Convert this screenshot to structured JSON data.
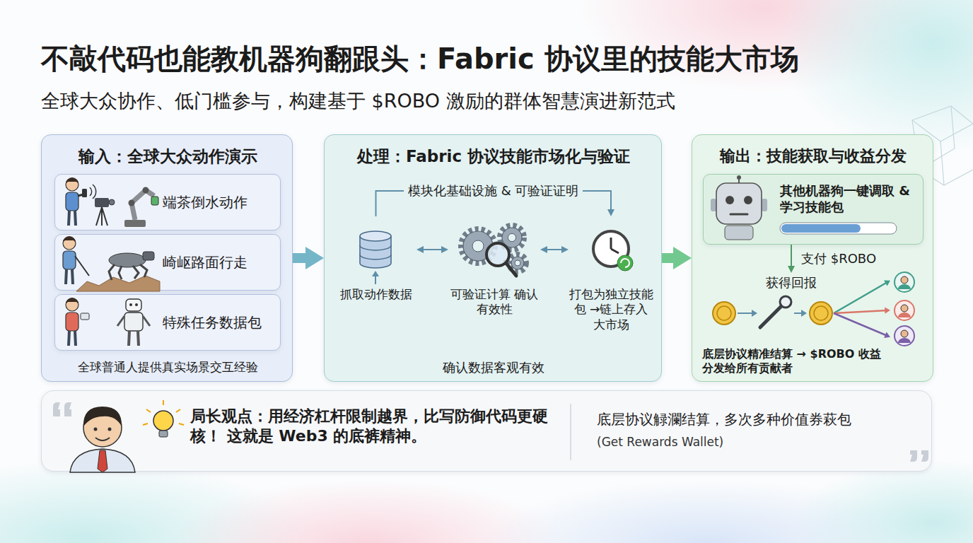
{
  "diagram": {
    "title": "不敲代码也能教机器狗翻跟头：Fabric 协议里的技能大市场",
    "caption": "全球大众协作、低门槛参与，构建基于 $ROBO 激励的群体智慧演进新范式",
    "nodes": [
      {
        "text": [
          "输入：全球大众动作演示",
          "全球普通人提供真实场景交互经验"
        ]
      },
      {
        "text": [
          "端茶倒水动作"
        ],
        "in": 0
      },
      {
        "text": [
          "崎岖路面行走"
        ],
        "in": 0
      },
      {
        "text": [
          "特殊任务数据包"
        ],
        "in": 0
      },
      {
        "text": [
          "处理：Fabric 协议技能市场化与验证",
          "确认数据客观有效"
        ]
      },
      {
        "text": [
          "抓取动作数据"
        ],
        "in": 4
      },
      {
        "text": [
          "可验证计算 确认有效性"
        ],
        "in": 4
      },
      {
        "text": [
          "打包为独立技能包 →链上存入大市场"
        ],
        "in": 4
      },
      {
        "text": [
          "输出：技能获取与收益分发",
          "底层协议精准结算 → $ROBO 收益分发给所有贡献者"
        ]
      },
      {
        "text": [
          "其他机器狗一键调取 & 学习技能包"
        ],
        "in": 8
      },
      {
        "text": [
          "获得回报"
        ],
        "in": 8
      },
      {
        "text": [
          "局长观点：用经济杠杆限制越界，比写防御代码更硬核！ 这就是 Web3 的底裤精神。",
          "底层协议觮瀾结算，多次多种价值券萩包",
          "(Get Rewards Wallet)"
        ]
      }
    ],
    "edges": [
      {
        "from": 0,
        "to": 4,
        "arrow": "to"
      },
      {
        "from": 4,
        "to": 8,
        "arrow": "to"
      },
      {
        "from": 5,
        "to": 6,
        "arrow": "both"
      },
      {
        "from": 6,
        "to": 7,
        "arrow": "both"
      },
      {
        "from": 5,
        "to": 7,
        "label": "模块化基础设施 & 可验证证明",
        "arrow": "to"
      },
      {
        "from": 9,
        "to": 10,
        "label": "支付 $ROBO",
        "arrow": "to"
      }
    ]
  }
}
